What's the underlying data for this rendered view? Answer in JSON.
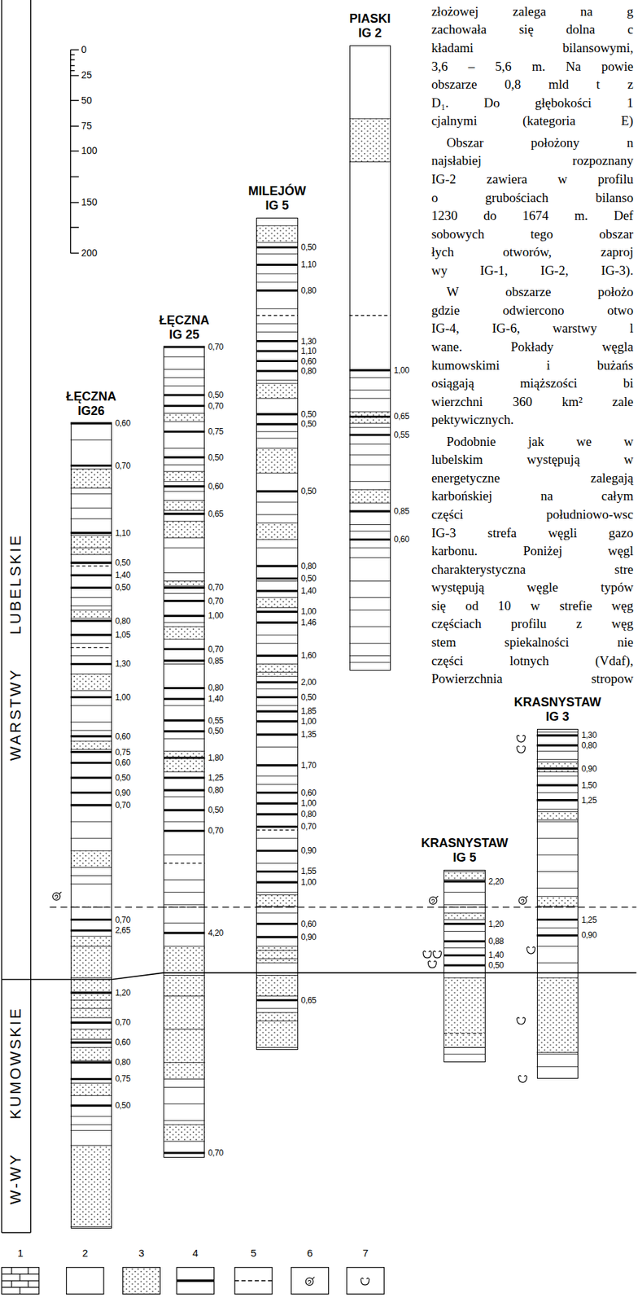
{
  "diagram": {
    "nodes": [
      {
        "text": [
          "ŁĘCZNA IG26"
        ]
      },
      {
        "text": [
          "ŁĘCZNA IG 25"
        ]
      },
      {
        "text": [
          "MILEJÓW IG 5"
        ]
      },
      {
        "text": [
          "PIASKI IG 2"
        ]
      },
      {
        "text": [
          "KRASNYSTAW IG 5"
        ]
      },
      {
        "text": [
          "KRASNYSTAW IG 3"
        ]
      }
    ],
    "labels": [
      "0",
      "25",
      "50",
      "75",
      "100",
      "150",
      "200",
      "WARSTWY LUBELSKIE",
      "W-WY KUMOWSKIE",
      "0,60",
      "0,70",
      "1,10",
      "0,50",
      "1,40",
      "0,50",
      "0,80",
      "1,05",
      "1,30",
      "1,00",
      "0,60",
      "0,75",
      "0,60",
      "0,50",
      "0,90",
      "0,70",
      "0,70",
      "2,65",
      "1,20",
      "0,70",
      "0,60",
      "0,80",
      "0,75",
      "0,50",
      "0,70",
      "0,50",
      "0,70",
      "0,75",
      "0,50",
      "0,60",
      "0,65",
      "0,70",
      "0,70",
      "1,00",
      "0,70",
      "0,85",
      "0,80",
      "1,40",
      "0,55",
      "0,50",
      "1,80",
      "1,25",
      "0,80",
      "0,50",
      "0,70",
      "4,20",
      "0,70",
      "0,50",
      "1,10",
      "0,80",
      "1,30",
      "1,10",
      "0,60",
      "0,80",
      "0,50",
      "0,50",
      "0,50",
      "0,80",
      "0,50",
      "1,40",
      "1,00",
      "1,46",
      "1,60",
      "2,00",
      "0,50",
      "1,85",
      "1,00",
      "1,35",
      "1,70",
      "0,60",
      "1,00",
      "0,80",
      "0,70",
      "0,90",
      "1,55",
      "1,00",
      "0,60",
      "0,90",
      "0,65",
      "1,00",
      "0,65",
      "0,55",
      "0,85",
      "0,60",
      "2,20",
      "1,20",
      "0,88",
      "1,40",
      "0,50",
      "1,30",
      "0,80",
      "0,90",
      "1,50",
      "1,25",
      "1,25",
      "0,90",
      "złożowej zalega na g",
      "zachowała się dolna c",
      "kładami bilansowymi,",
      "3,6 – 5,6 m. Na powie",
      "obszarze 0,8 mld t z",
      "D₁. Do głębokości 1",
      "cjalnymi (kategoria E)",
      "Obszar położony n",
      "najsłabiej rozpoznany",
      "IG-2 zawiera w profilu",
      "o grubościach bilanso",
      "1230 do 1674 m. Def",
      "sobowych tego obszar",
      "łych otworów, zaproj",
      "wy IG-1, IG-2, IG-3).",
      "W obszarze położo",
      "gdzie odwiercono otwo",
      "IG-4, IG-6, warstwy l",
      "wane. Pokłady węgla",
      "kumowskimi i bużańs",
      "osiągają miąższości bi",
      "wierzchni 360 km² zale",
      "pektywicznych.",
      "Podobnie jak we w",
      "lubelskim występują w",
      "energetyczne zalegają",
      "karbońskiej na całym",
      "części południowo-wsc",
      "IG-3 strefa węgli gazo",
      "karbonu. Poniżej węgl",
      "charakterystyczna stre",
      "występują węgle typów",
      "się od 10 w strefie węg",
      "częściach profilu z węg",
      "stem spiekalności nie",
      "części lotnych (Vdaf),",
      "Powierzchnia stropow"
    ],
    "legend": [
      {
        "text": "1"
      },
      {
        "text": "2"
      },
      {
        "text": "3"
      },
      {
        "text": "4"
      },
      {
        "text": "5"
      },
      {
        "text": "6"
      },
      {
        "text": "7"
      }
    ]
  }
}
